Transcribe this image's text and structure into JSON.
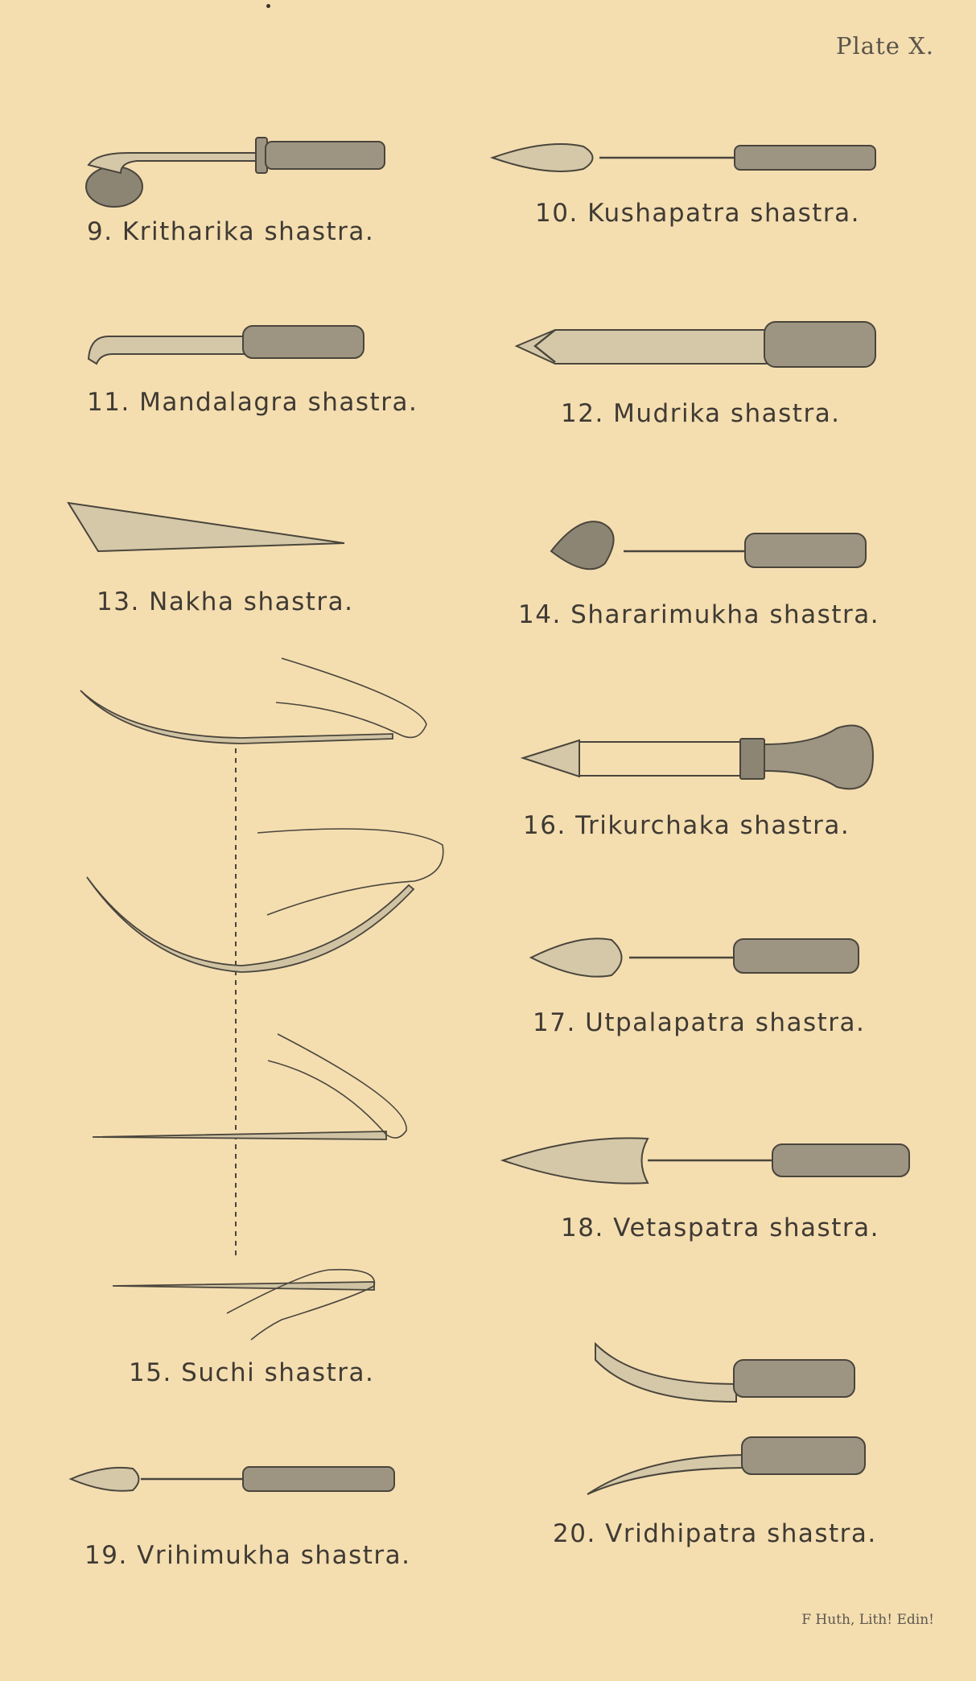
{
  "plate": {
    "title": "Plate X.",
    "credit": "F Huth, Lith! Edin!"
  },
  "instruments": [
    {
      "id": 9,
      "caption": "9. Kritharika shastra."
    },
    {
      "id": 10,
      "caption": "10. Kushapatra shastra."
    },
    {
      "id": 11,
      "caption": "11. Mandalagra shastra."
    },
    {
      "id": 12,
      "caption": "12. Mudrika shastra."
    },
    {
      "id": 13,
      "caption": "13. Nakha shastra."
    },
    {
      "id": 14,
      "caption": "14. Shararimukha shastra."
    },
    {
      "id": 15,
      "caption": "15. Suchi shastra."
    },
    {
      "id": 16,
      "caption": "16. Trikurchaka shastra."
    },
    {
      "id": 17,
      "caption": "17. Utpalapatra shastra."
    },
    {
      "id": 18,
      "caption": "18. Vetaspatra shastra."
    },
    {
      "id": 19,
      "caption": "19. Vrihimukha shastra."
    },
    {
      "id": 20,
      "caption": "20. Vridhipatra shastra."
    }
  ]
}
